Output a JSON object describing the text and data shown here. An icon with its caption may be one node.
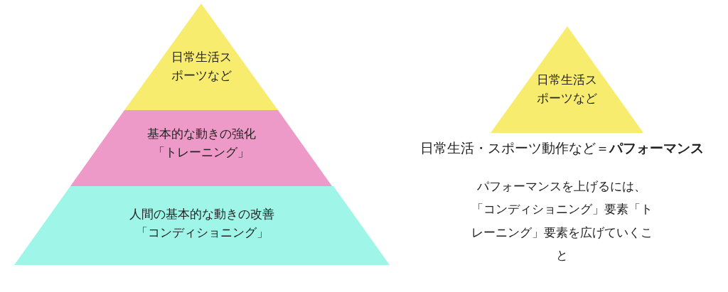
{
  "diagram": {
    "nodes": [
      {
        "text": [
          "日常生活スポーツなど"
        ]
      },
      {
        "text": [
          "基本的な動きの強化",
          "「トレーニング」"
        ]
      },
      {
        "text": [
          "人間の基本的な動きの改善",
          "「コンディショニング」"
        ]
      },
      {
        "text": [
          "日常生活スポーツなど"
        ]
      }
    ],
    "edges": [],
    "labels": [
      "日常生活・スポーツ動作など＝**パフォーマンス**",
      "パフォーマンスを上げるには、「コンディショニング」要素「トレーニング」要素を広げていくこと"
    ]
  }
}
